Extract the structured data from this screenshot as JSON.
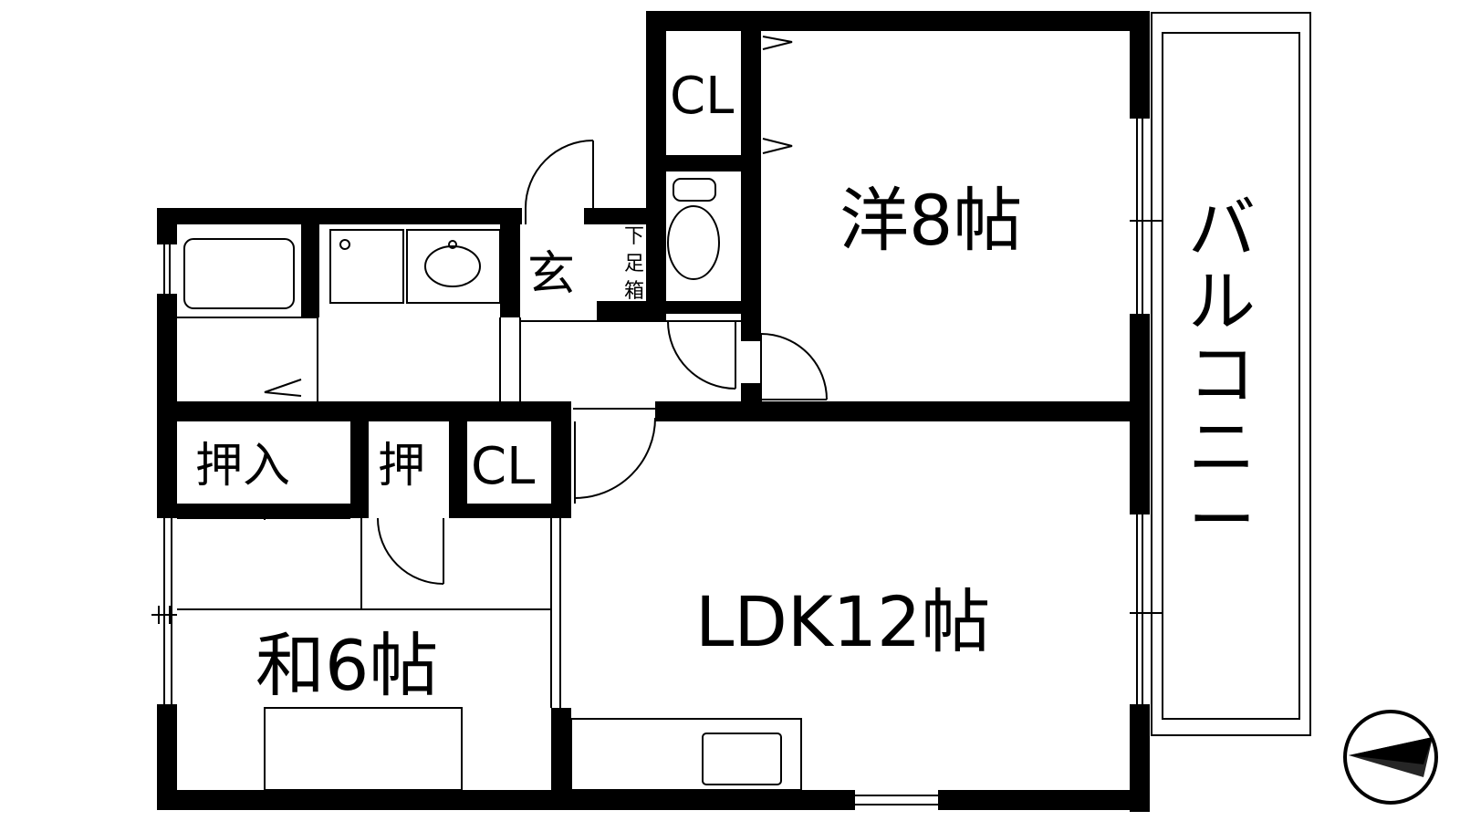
{
  "rooms": {
    "western": "洋8帖",
    "ldk": "LDK12帖",
    "japanese": "和6帖",
    "entrance": "玄",
    "shoe_box": [
      "下",
      "足",
      "箱"
    ],
    "closet_top": "CL",
    "closet_mid": "CL",
    "oshiire": "押入",
    "oshi": "押"
  },
  "balcony": [
    "バ",
    "ル",
    "コ",
    "ニ",
    "ー"
  ]
}
